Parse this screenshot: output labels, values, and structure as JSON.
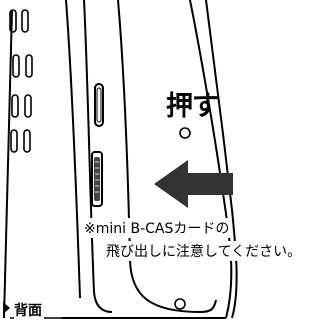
{
  "labels": {
    "push": "押す",
    "note_line1": "※mini B-CASカードの",
    "note_line2": "飛び出しに注意してください。",
    "back_side": "背面"
  },
  "icons": {
    "direction": "left-arrow-icon",
    "back_pointer": "pointer-triangle-icon"
  },
  "colors": {
    "line": "#000000",
    "arrow": "#333333",
    "background": "#ffffff"
  }
}
